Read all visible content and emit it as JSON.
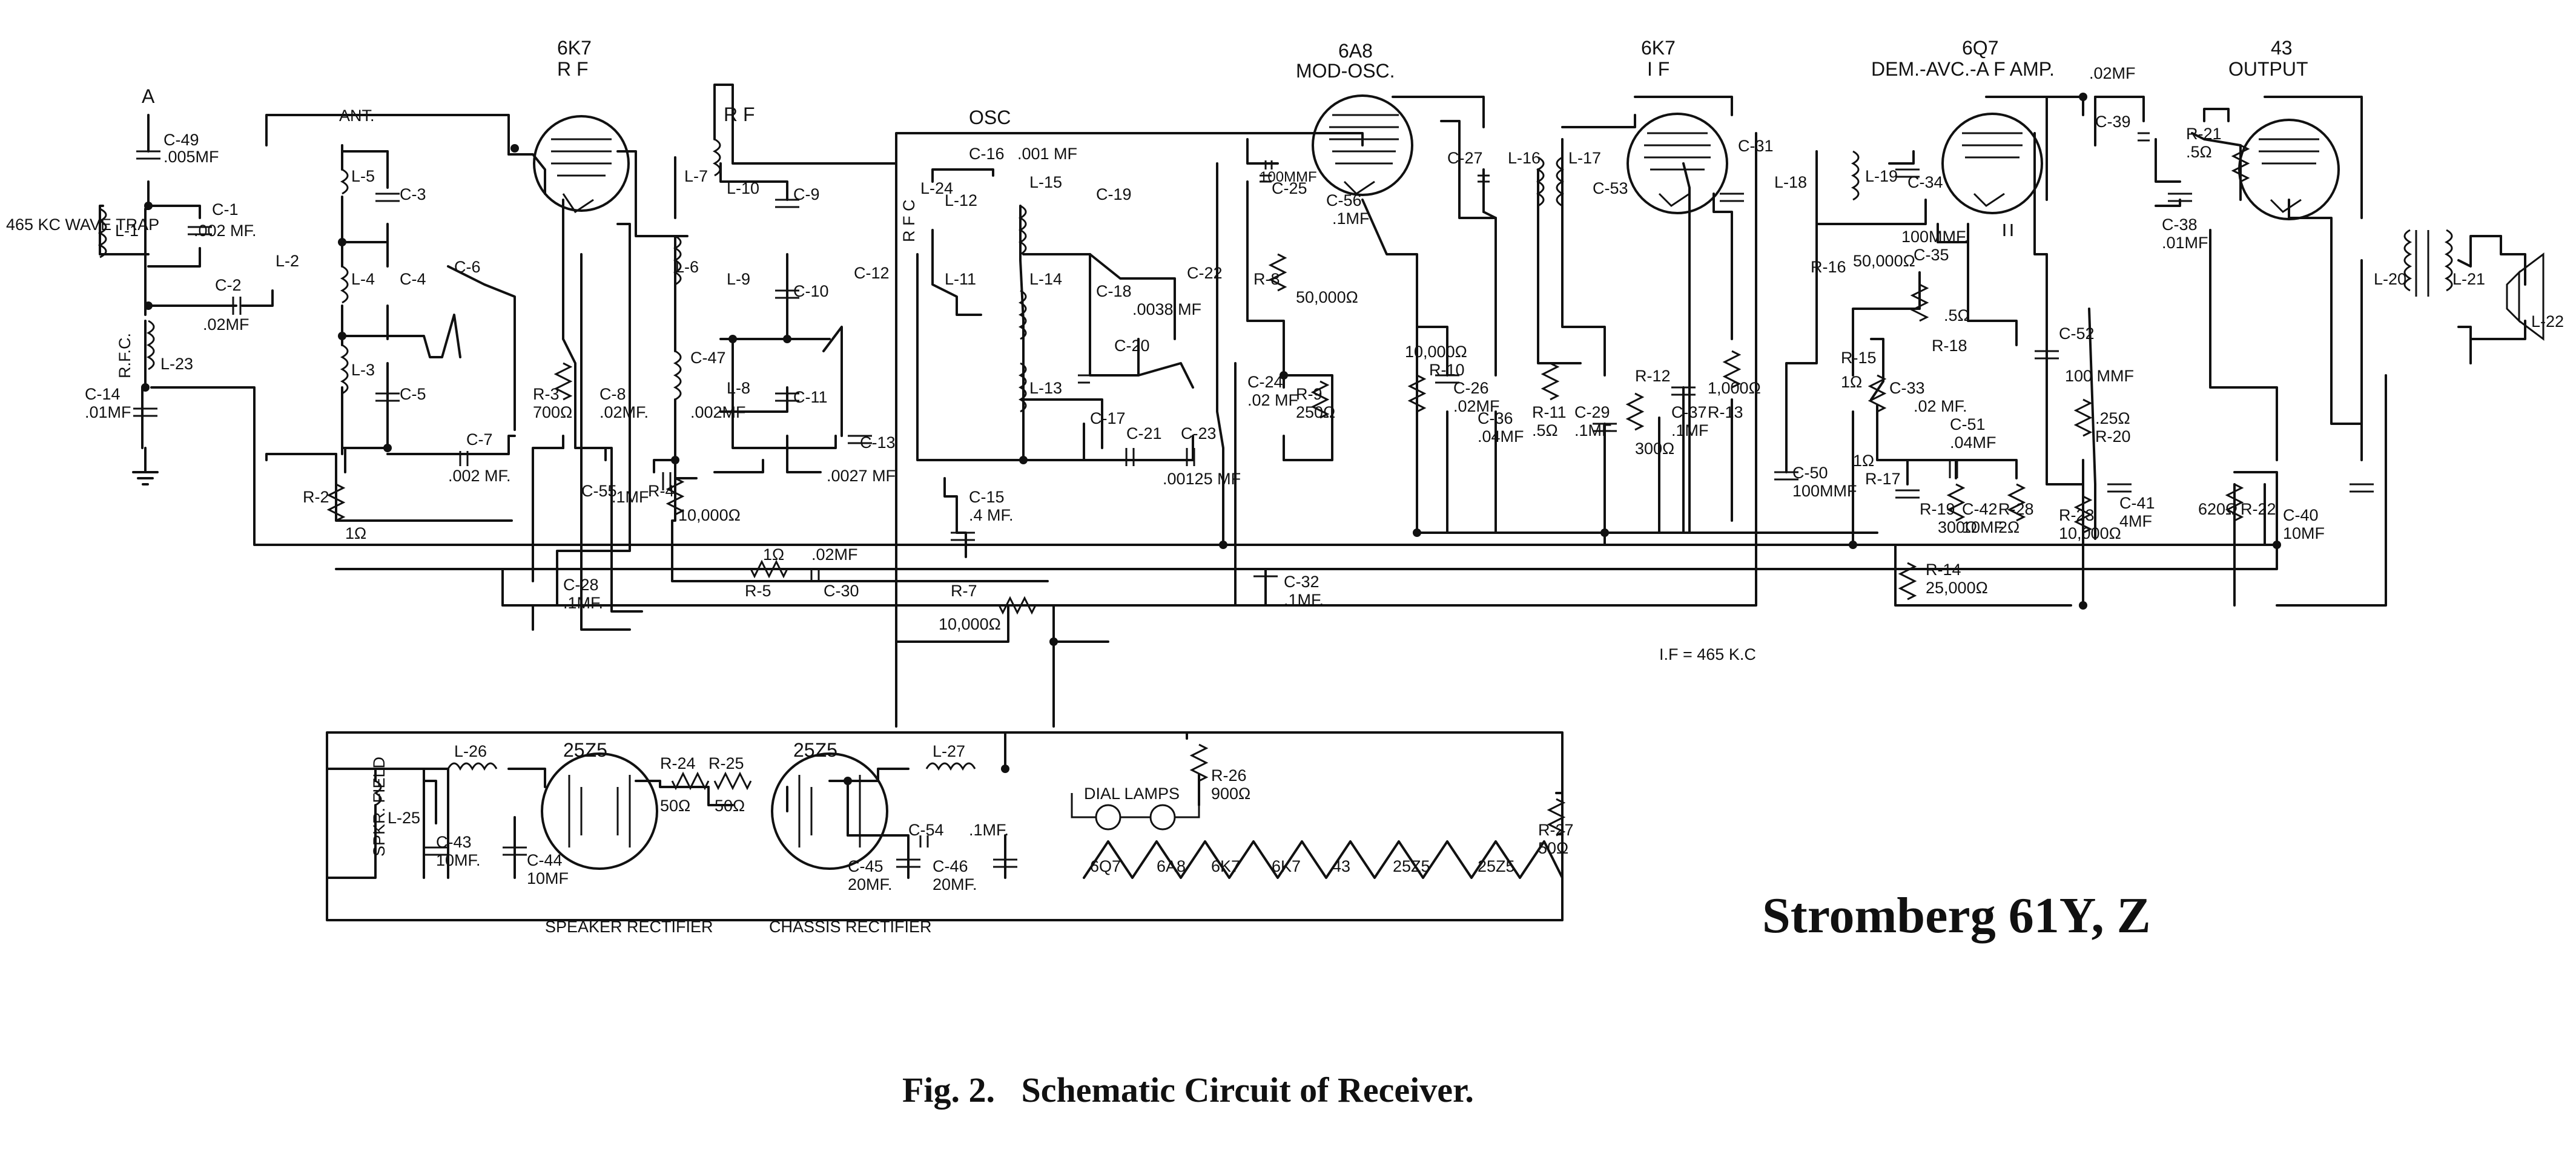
{
  "title": "Stromberg 61Y, Z",
  "caption": "Fig. 2.   Schematic Circuit of Receiver.",
  "if_note": "I.F  = 465 K.C",
  "antenna_terminal": "A",
  "tubes": [
    {
      "type": "6K7",
      "function": "R F"
    },
    {
      "type": "6A8",
      "function": "MOD-OSC."
    },
    {
      "type": "6K7",
      "function": "I F"
    },
    {
      "type": "6Q7",
      "function": "DEM.-AVC.-A F AMP."
    },
    {
      "type": "43",
      "function": "OUTPUT"
    }
  ],
  "section_labels": {
    "ant": "ANT.",
    "rf": "R F",
    "osc": "OSC",
    "wave_trap": "465 KC WAVE TRAP",
    "rfc": "R.F.C.",
    "rfc2": "R F C"
  },
  "rectifiers": [
    {
      "type": "25Z5",
      "name": "SPEAKER RECTIFIER"
    },
    {
      "type": "25Z5",
      "name": "CHASSIS RECTIFIER"
    }
  ],
  "speaker_field": "SPKR. FIELD",
  "dial_lamps": "DIAL LAMPS",
  "filament_string": [
    "6Q7",
    "6A8",
    "6K7",
    "6K7",
    "43",
    "25Z5",
    "25Z5"
  ],
  "labels": {
    "c49": "C-49",
    "c49v": ".005MF",
    "l1": "L-1",
    "c1": "C-1",
    "c1v": ".002 MF.",
    "c2": "C-2",
    "c2v": ".02MF",
    "l2": "L-2",
    "l23": "L-23",
    "c14": "C-14",
    "c14v": ".01MF",
    "l5": "L-5",
    "l4": "L-4",
    "l3": "L-3",
    "c3": "C-3",
    "c4": "C-4",
    "c5": "C-5",
    "c6": "C-6",
    "c7": "C-7",
    "c7v": ".002 MF.",
    "r2": "R-2",
    "r2v": "1Ω",
    "r3": "R-3",
    "r3v": "700Ω",
    "c8": "C-8",
    "c8v": ".02MF.",
    "c55": "C-55",
    "c55v": ".1MF",
    "c28": "C-28",
    "c28v": ".1MF.",
    "l7": "L-7",
    "l6": "L-6",
    "l10": "L-10",
    "l9": "L-9",
    "l8": "L-8",
    "c9": "C-9",
    "c10": "C-10",
    "c11": "C-11",
    "c47": "C-47",
    "c47v": ".002MF",
    "r4": "R-4",
    "r4v": "10,000Ω",
    "c13": "C-13",
    "c13v": ".0027 MF.",
    "r5": "R-5",
    "r5v": "1Ω",
    "c30": "C-30",
    "c30v": ".02MF",
    "r7": "R-7",
    "r7v": "10,000Ω",
    "c16": "C-16",
    "c16v": ".001 MF",
    "l12": "L-12",
    "l11": "L-11",
    "l24": "L-24",
    "c12": "C-12",
    "l15": "L-15",
    "l14": "L-14",
    "l13": "L-13",
    "c19": "C-19",
    "c18": "C-18",
    "c18v": ".0038 MF",
    "c20": "C-20",
    "c17": "C-17",
    "c21": "C-21",
    "c23": "C-23",
    "c23v": ".00125 MF",
    "c22": "C-22",
    "c15": "C-15",
    "c15v": ".4 MF.",
    "c25": "C-25",
    "c25v": "100MMF",
    "c56": "C-56",
    "c56v": ".1MF",
    "r8": "R-8",
    "r8v": "50,000Ω",
    "r9": "R-9",
    "r9v": "250Ω",
    "c24": "C-24",
    "c24v": ".02 MF",
    "c32": "C-32",
    "c32v": ".1MF.",
    "r10": "R-10",
    "r10v": "10,000Ω",
    "c26": "C-26",
    "c26v": ".02MF",
    "c27": "C-27",
    "l16": "L-16",
    "l17": "L-17",
    "c53": "C-53",
    "c36": "C-36",
    "c36v": ".04MF",
    "r11": "R-11",
    "r11v": ".5Ω",
    "c29": "C-29",
    "c29v": ".1MF",
    "r12": "R-12",
    "r12v": "300Ω",
    "c37": "C-37",
    "c37v": ".1MF",
    "r13": "R-13",
    "r13v": "1,000Ω",
    "c31": "C-31",
    "l18": "L-18",
    "l19": "L-19",
    "c34": "C-34",
    "c35": "C-35",
    "c35v": "100MMF.",
    "r16": "R-16",
    "r16v": "50,000Ω",
    "r18": "R-18",
    "r18v": ".5Ω",
    "r15": "R-15",
    "r15v": "1Ω",
    "c33": "C-33",
    "c33v": ".02 MF.",
    "c50": "C-50",
    "c50v": "100MMF",
    "c51": "C-51",
    "c51v": ".04MF",
    "r17": "R-17",
    "r17v": "1Ω",
    "r19": "R-19",
    "r19v": "300Ω",
    "c42": "C-42",
    "c42v": "10MF",
    "r28": "R-28",
    "r28v": "2Ω",
    "r14": "R-14",
    "r14v": "25,000Ω",
    "c52": "C-52",
    "c52v": "100 MMF",
    "r20": "R-20",
    "r20v": ".25Ω",
    "r23": "R-23",
    "r23v": "10,000Ω",
    "c41": "C-41",
    "c41v": "4MF",
    "c39": "C-39",
    "c39v": ".02MF",
    "c38": "C-38",
    "c38v": ".01MF",
    "r21": "R-21",
    "r21v": ".5Ω",
    "r22": "R-22",
    "r22v": "620Ω",
    "c40": "C-40",
    "c40v": "10MF",
    "l20": "L-20",
    "l21": "L-21",
    "l22": "L-22",
    "l26": "L-26",
    "l25": "L-25",
    "c43": "C-43",
    "c43v": "10MF.",
    "c44": "C-44",
    "c44v": "10MF",
    "r24": "R-24",
    "r24v": "50Ω",
    "r25": "R-25",
    "r25v": "50Ω",
    "l27": "L-27",
    "c45": "C-45",
    "c45v": "20MF.",
    "c34b": "C-54",
    "c34bv": ".1MF.",
    "c46": "C-46",
    "c46v": "20MF.",
    "r26": "R-26",
    "r26v": "900Ω",
    "r27": "R-27",
    "r27v": "50Ω"
  }
}
